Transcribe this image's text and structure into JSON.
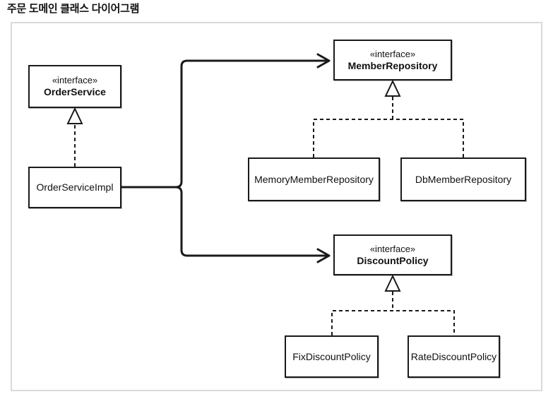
{
  "title": "주문 도메인 클래스 다이어그램",
  "stereotype_label": "«interface»",
  "classes": {
    "order_service": {
      "stereotype": "«interface»",
      "name": "OrderService"
    },
    "order_service_impl": {
      "name": "OrderServiceImpl"
    },
    "member_repository": {
      "stereotype": "«interface»",
      "name": "MemberRepository"
    },
    "memory_member_repository": {
      "name": "MemoryMemberRepository"
    },
    "db_member_repository": {
      "name": "DbMemberRepository"
    },
    "discount_policy": {
      "stereotype": "«interface»",
      "name": "DiscountPolicy"
    },
    "fix_discount_policy": {
      "name": "FixDiscountPolicy"
    },
    "rate_discount_policy": {
      "name": "RateDiscountPolicy"
    }
  },
  "relationships": [
    {
      "type": "realization",
      "from": "OrderServiceImpl",
      "to": "OrderService"
    },
    {
      "type": "dependency",
      "from": "OrderServiceImpl",
      "to": "MemberRepository"
    },
    {
      "type": "dependency",
      "from": "OrderServiceImpl",
      "to": "DiscountPolicy"
    },
    {
      "type": "realization",
      "from": "MemoryMemberRepository",
      "to": "MemberRepository"
    },
    {
      "type": "realization",
      "from": "DbMemberRepository",
      "to": "MemberRepository"
    },
    {
      "type": "realization",
      "from": "FixDiscountPolicy",
      "to": "DiscountPolicy"
    },
    {
      "type": "realization",
      "from": "RateDiscountPolicy",
      "to": "DiscountPolicy"
    }
  ],
  "colors": {
    "line": "#1a1a1a",
    "box_border": "#1a1a1a",
    "box_background": "#ffffff",
    "frame_border": "#dadada",
    "page_background": "#ffffff",
    "text": "#111111"
  }
}
